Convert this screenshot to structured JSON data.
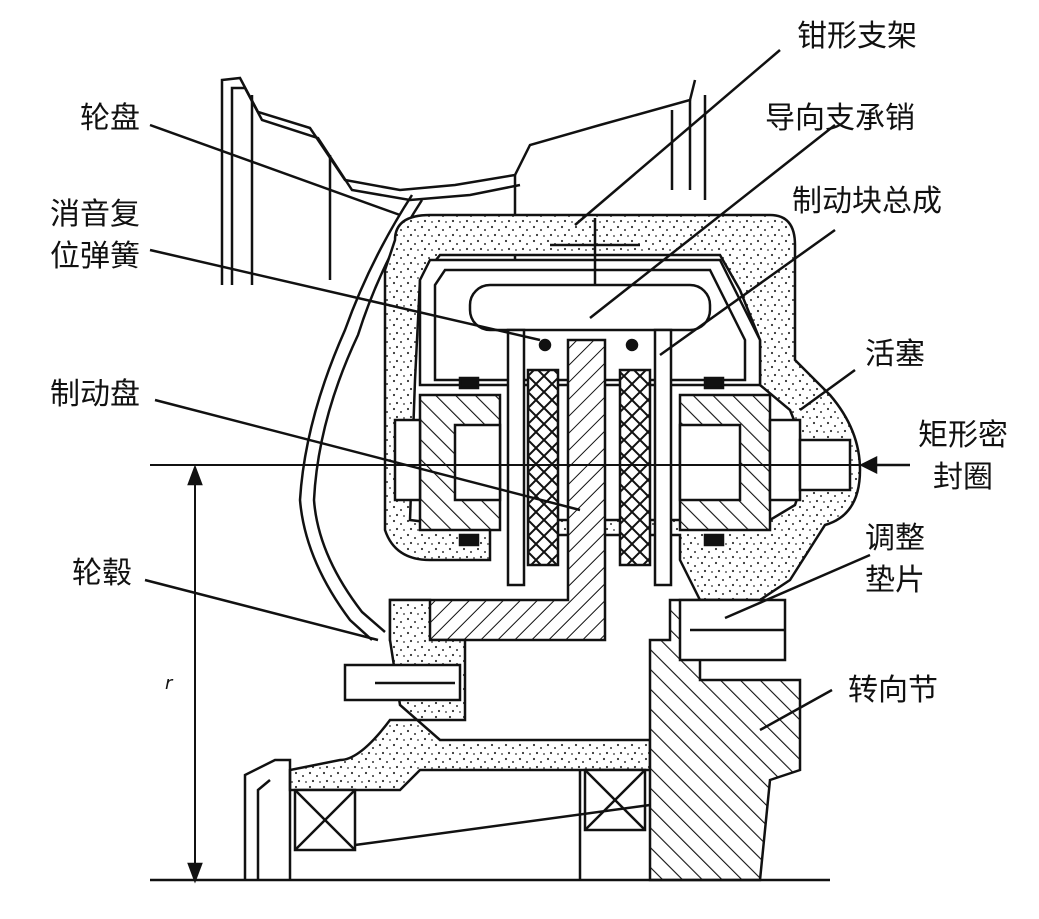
{
  "labels": {
    "caliper_bracket": "钳形支架",
    "guide_pin": "导向支承销",
    "pad_assembly": "制动块总成",
    "wheel_disc": "轮盘",
    "anti_rattle_spring_line1": "消音复",
    "anti_rattle_spring_line2": "位弹簧",
    "piston": "活塞",
    "brake_disc": "制动盘",
    "rect_seal_line1": "矩形密",
    "rect_seal_line2": "封圈",
    "shim_line1": "调整",
    "shim_line2": "垫片",
    "hub": "轮毂",
    "knuckle": "转向节",
    "radius_mark": "r"
  },
  "colors": {
    "line": "#111111",
    "stipple": "#333333",
    "background": "#ffffff"
  }
}
